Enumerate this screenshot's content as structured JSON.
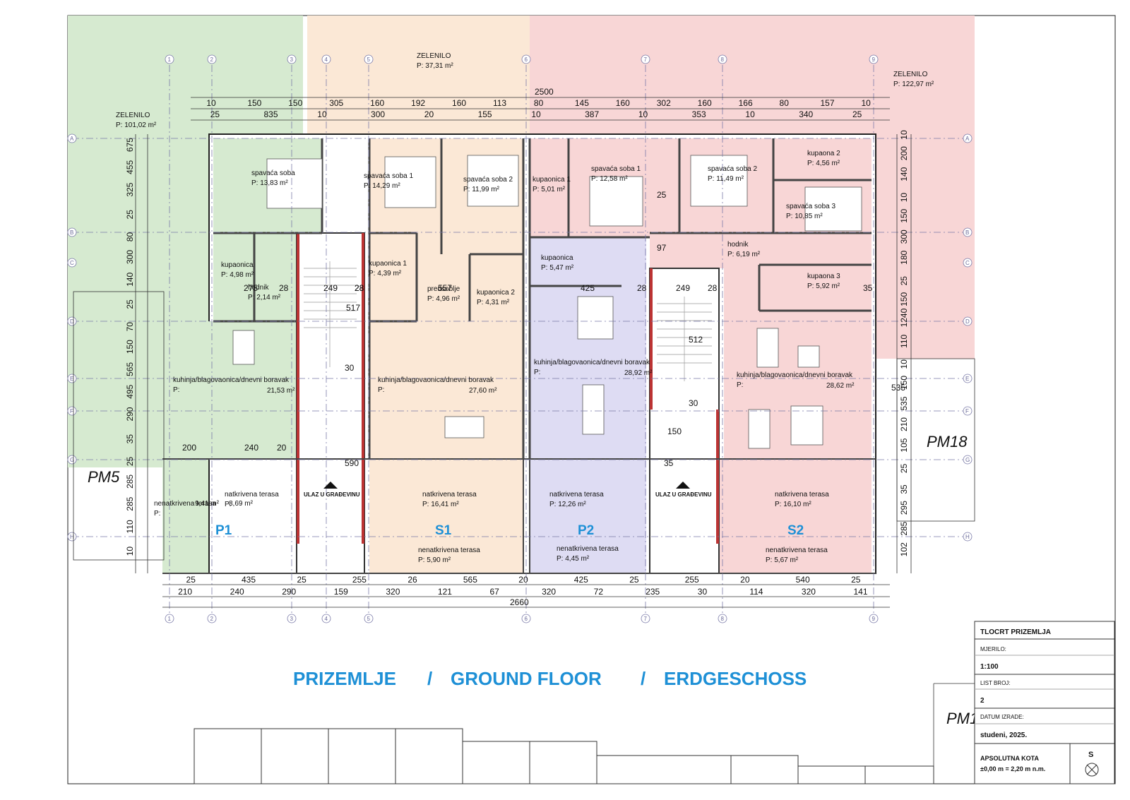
{
  "title": {
    "main": "PRIZEMLJE",
    "sep1": "/",
    "en": "GROUND FLOOR",
    "sep2": "/",
    "de": "ERDGESCHOSS"
  },
  "title_block": {
    "drawing_name": "TLOCRT PRIZEMLJA",
    "scale_label": "MJERILO:",
    "scale_value": "1:100",
    "sheet_label": "LIST BROJ:",
    "sheet_value": "2",
    "date_label": "DATUM IZRADE:",
    "date_value": "studeni, 2025.",
    "level_label": "APSOLUTNA KOTA",
    "level_value": "±0,00 m =  2,20 m n.m.",
    "north_label": "S"
  },
  "greenery": [
    {
      "label": "ZELENILO",
      "area": "P: 101,02 m²"
    },
    {
      "label": "ZELENILO",
      "area": "P: 37,31 m²"
    },
    {
      "label": "ZELENILO",
      "area": "P: 122,97 m²"
    }
  ],
  "units": [
    "P1",
    "S1",
    "P2",
    "S2"
  ],
  "parcels": [
    "PM5",
    "PM18",
    "PM1"
  ],
  "entrances": [
    "ULAZ U GRAĐEVINU",
    "ULAZ U GRAĐEVINU"
  ],
  "rooms": [
    {
      "name": "spavaća soba",
      "area": "P:      13,83 m²"
    },
    {
      "name": "kupaonica",
      "area": "P: 4,98 m²"
    },
    {
      "name": "hodnik",
      "area": "P: 2,14 m²"
    },
    {
      "name": "kuhinja/blagovaonica/dnevni boravak",
      "area": "P:"
    },
    {
      "name": "",
      "area": "21,53 m²"
    },
    {
      "name": "nenatkrivena terasa",
      "area": "P:"
    },
    {
      "name": "",
      "area": "9,41 m²"
    },
    {
      "name": "natkrivena terasa",
      "area": "P:"
    },
    {
      "name": "",
      "area": "8,69 m²"
    },
    {
      "name": "spavaća soba 1",
      "area": "P:    14,29 m²"
    },
    {
      "name": "spavaća soba 2",
      "area": "P:     11,99 m²"
    },
    {
      "name": "kupaonica 1",
      "area": "P: 4,39 m²"
    },
    {
      "name": "predsoblje",
      "area": "P: 4,96 m²"
    },
    {
      "name": "kupaonica 2",
      "area": "P: 4,31 m²"
    },
    {
      "name": "kuhinja/blagovaonica/dnevni boravak",
      "area": "P:"
    },
    {
      "name": "",
      "area": "27,60 m²"
    },
    {
      "name": "natkrivena terasa",
      "area": "P:                    16,41 m²"
    },
    {
      "name": "nenatkrivena terasa",
      "area": "P:                      5,90 m²"
    },
    {
      "name": "kupaonica 1",
      "area": "P: 5,01 m²"
    },
    {
      "name": "spavaća soba 1",
      "area": "P:    12,58 m²"
    },
    {
      "name": "kupaonica",
      "area": "P: 5,47 m²"
    },
    {
      "name": "kuhinja/blagovaonica/dnevni boravak",
      "area": "P:"
    },
    {
      "name": "",
      "area": "28,92 m²"
    },
    {
      "name": "natkrivena terasa",
      "area": "P:            12,26 m²"
    },
    {
      "name": "nenatkrivena terasa",
      "area": "P:                   4,45 m²"
    },
    {
      "name": "spavaća soba 2",
      "area": "P:       11,49 m²"
    },
    {
      "name": "kupaona 2",
      "area": "P: 4,56 m²"
    },
    {
      "name": "spavaća soba 3",
      "area": "P:     10,85 m²"
    },
    {
      "name": "hodnik",
      "area": "P: 6,19 m²"
    },
    {
      "name": "kupaona 3",
      "area": "P: 5,92 m²"
    },
    {
      "name": "kuhinja/blagovaonica/dnevni boravak",
      "area": "P:"
    },
    {
      "name": "",
      "area": "28,62 m²"
    },
    {
      "name": "natkrivena terasa",
      "area": "P:                   16,10 m²"
    },
    {
      "name": "nenatkrivena terasa",
      "area": "P:                   5,67 m²"
    }
  ],
  "dimensions": {
    "top_total": "2500",
    "top_row1": [
      "10",
      "150",
      "150",
      "305",
      "160",
      "192",
      "160",
      "113",
      "80",
      "145",
      "160",
      "302",
      "160",
      "166",
      "80",
      "157",
      "10"
    ],
    "top_row2": [
      "25",
      "835",
      "10",
      "300",
      "20",
      "155",
      "10",
      "387",
      "10",
      "353",
      "10",
      "340",
      "25"
    ],
    "bottom_row1": [
      "25",
      "435",
      "25",
      "255",
      "26",
      "565",
      "20",
      "425",
      "25",
      "255",
      "20",
      "540",
      "25"
    ],
    "bottom_row2": [
      "210",
      "240",
      "290",
      "159",
      "320",
      "121",
      "67",
      "320",
      "72",
      "235",
      "30",
      "114",
      "320",
      "141"
    ],
    "bottom_total": "2660",
    "left": [
      "675",
      "455",
      "325",
      "25",
      "80",
      "300",
      "140",
      "25",
      "70",
      "150",
      "565",
      "495",
      "290",
      "35",
      "25",
      "285",
      "285",
      "110",
      "10"
    ],
    "right": [
      "10",
      "200",
      "140",
      "10",
      "150",
      "300",
      "180",
      "25",
      "150",
      "1240",
      "110",
      "10",
      "150",
      "535",
      "210",
      "105",
      "25",
      "35",
      "295",
      "285",
      "102"
    ],
    "inner": [
      "275",
      "28",
      "249",
      "28",
      "517",
      "30",
      "28",
      "557",
      "425",
      "28",
      "249",
      "28",
      "512",
      "30",
      "535",
      "35",
      "590",
      "35",
      "150",
      "200",
      "240",
      "20",
      "97",
      "25"
    ]
  },
  "grid_axes": [
    "1",
    "2",
    "3",
    "4",
    "5",
    "6",
    "7",
    "8",
    "9",
    "A",
    "B",
    "C",
    "D",
    "E",
    "F",
    "G",
    "H"
  ],
  "colors": {
    "p1": "#d6ead0",
    "s1": "#fbe8d6",
    "p2": "#dedcf3",
    "s2": "#f8d6d6",
    "accent": "#1e90d6"
  }
}
